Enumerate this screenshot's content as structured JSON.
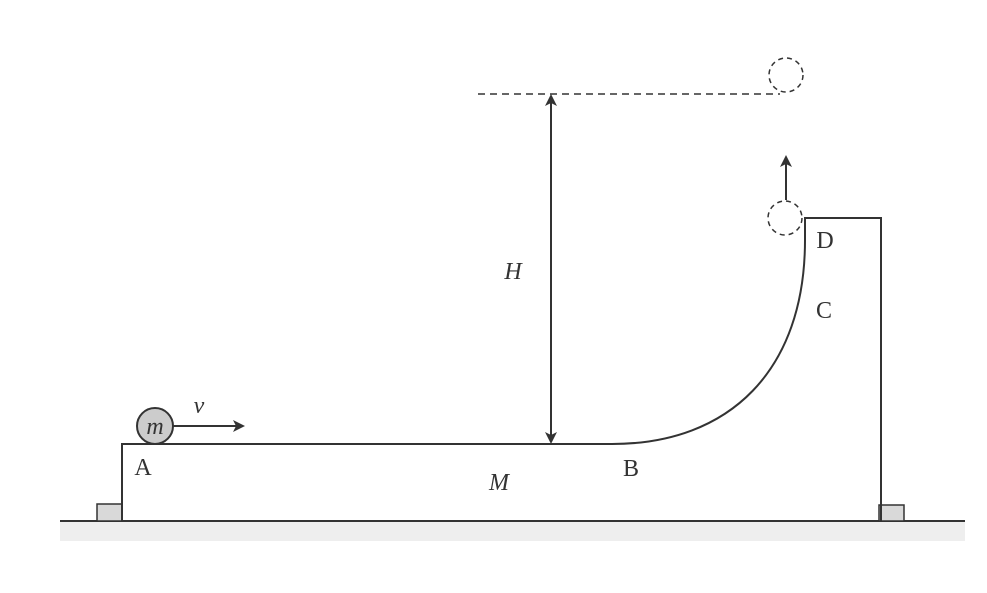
{
  "labels": {
    "point_a": "A",
    "point_b": "B",
    "point_c": "C",
    "point_d": "D",
    "block_mass": "M",
    "ball_mass": "m",
    "velocity": "v",
    "height": "H"
  },
  "colors": {
    "stroke": "#333333",
    "ball_fill": "#cccccc",
    "stop_fill": "#d9d9d9",
    "ground_shadow": "#eeeeee",
    "background": "#ffffff"
  }
}
